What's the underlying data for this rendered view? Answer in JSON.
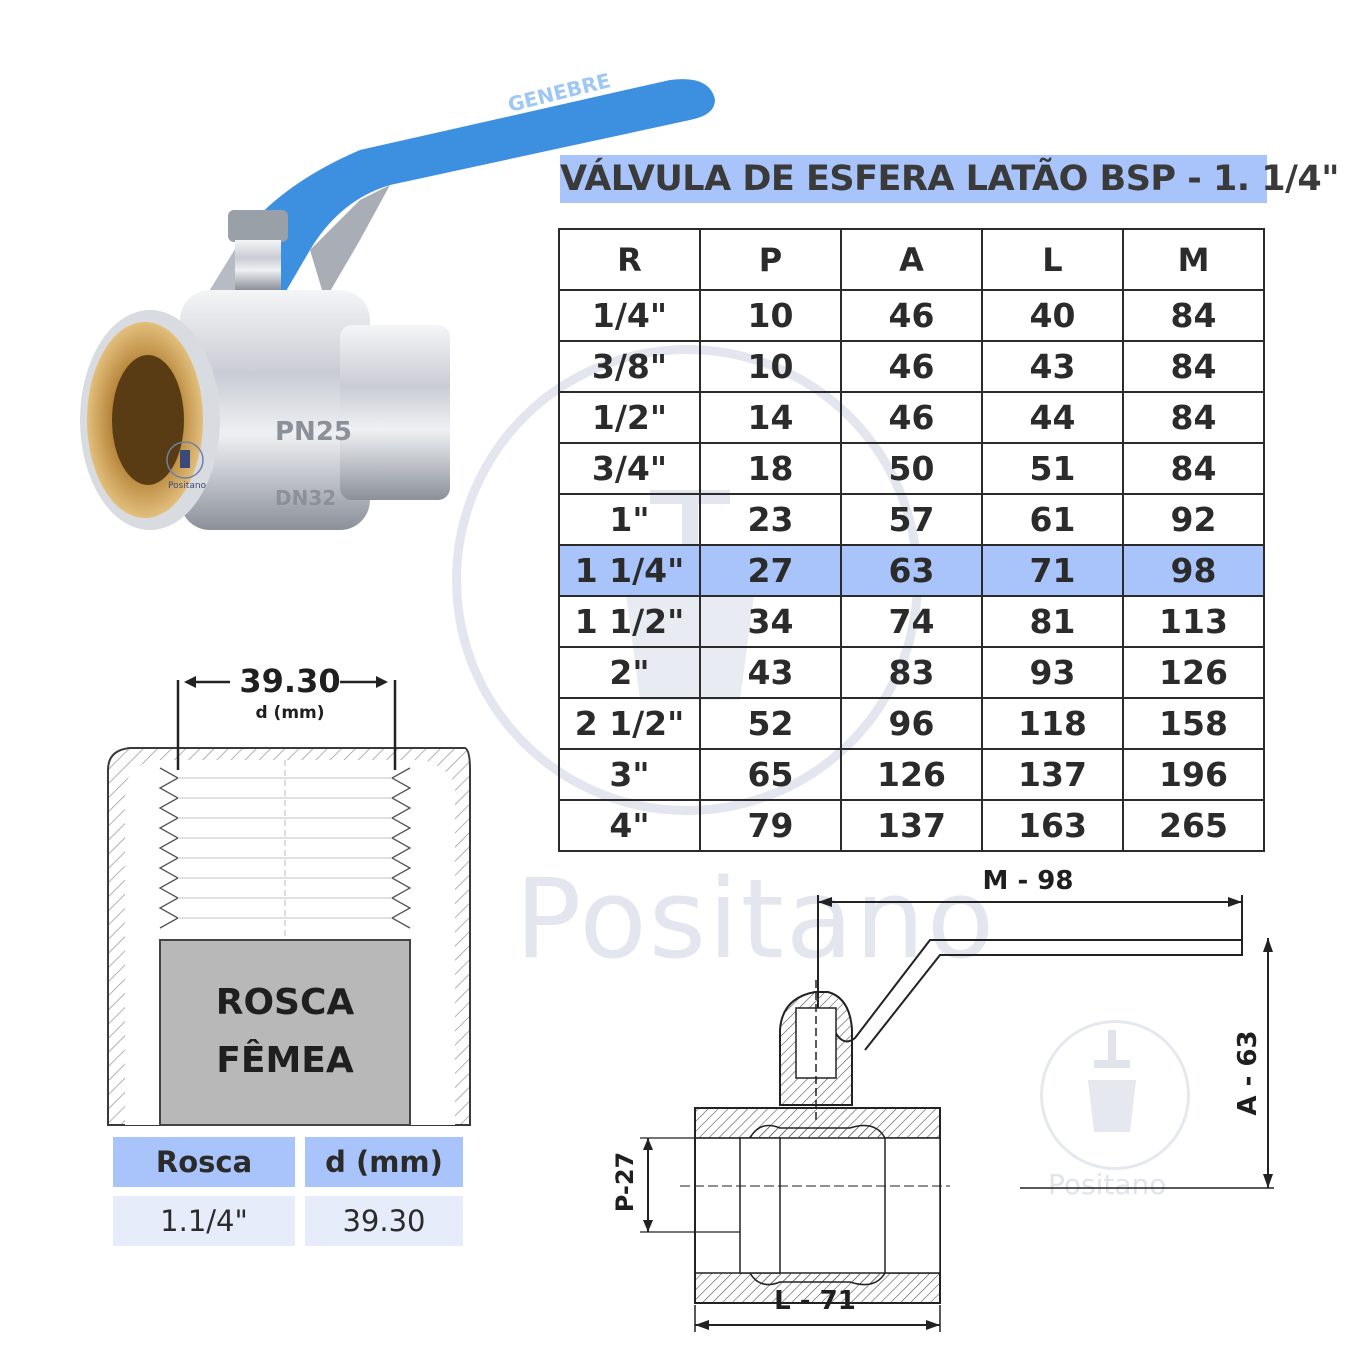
{
  "title": "VÁLVULA DE ESFERA LATÃO BSP - 1. 1/4\"",
  "watermark": "Positano",
  "photo": {
    "handle_text": "GENEBRE",
    "body_text_1": "PN25",
    "body_text_2": "DN32",
    "logo_text": "Positano"
  },
  "spec_table": {
    "headers": [
      "R",
      "P",
      "A",
      "L",
      "M"
    ],
    "rows": [
      [
        "1/4\"",
        "10",
        "46",
        "40",
        "84"
      ],
      [
        "3/8\"",
        "10",
        "46",
        "43",
        "84"
      ],
      [
        "1/2\"",
        "14",
        "46",
        "44",
        "84"
      ],
      [
        "3/4\"",
        "18",
        "50",
        "51",
        "84"
      ],
      [
        "1\"",
        "23",
        "57",
        "61",
        "92"
      ],
      [
        "1 1/4\"",
        "27",
        "63",
        "71",
        "98"
      ],
      [
        "1 1/2\"",
        "34",
        "74",
        "81",
        "113"
      ],
      [
        "2\"",
        "43",
        "83",
        "93",
        "126"
      ],
      [
        "2 1/2\"",
        "52",
        "96",
        "118",
        "158"
      ],
      [
        "3\"",
        "65",
        "126",
        "137",
        "196"
      ],
      [
        "4\"",
        "79",
        "137",
        "163",
        "265"
      ]
    ],
    "highlight_row": 5,
    "highlight_color": "#a9c4fb"
  },
  "thread_diagram": {
    "dimension_value": "39.30",
    "dimension_unit": "d (mm)",
    "label_line1": "ROSCA",
    "label_line2": "FÊMEA"
  },
  "thread_table": {
    "headers": [
      "Rosca",
      "d (mm)"
    ],
    "values": [
      "1.1/4\"",
      "39.30"
    ]
  },
  "technical_drawing": {
    "m_label": "M - 98",
    "a_label": "A - 63",
    "p_label": "P-27",
    "l_label": "L - 71"
  }
}
